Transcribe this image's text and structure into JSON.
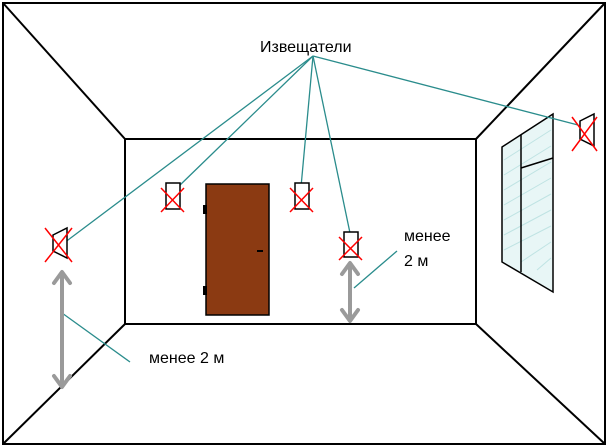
{
  "labels": {
    "title": "Извещатели",
    "distance_right_line1": "менее",
    "distance_right_line2": "2 м",
    "distance_left": "менее 2 м"
  },
  "detectors": [
    {
      "name": "detector-left-wall"
    },
    {
      "name": "detector-back-wall-1"
    },
    {
      "name": "detector-back-wall-2"
    },
    {
      "name": "detector-back-wall-3"
    },
    {
      "name": "detector-right-wall"
    }
  ],
  "colors": {
    "outline": "#000000",
    "leader_line": "#2a8c8c",
    "cross": "#ff0000",
    "arrow": "#9a9a9a",
    "door": "#8b3a12",
    "window_fill": "#e8f6f6"
  }
}
